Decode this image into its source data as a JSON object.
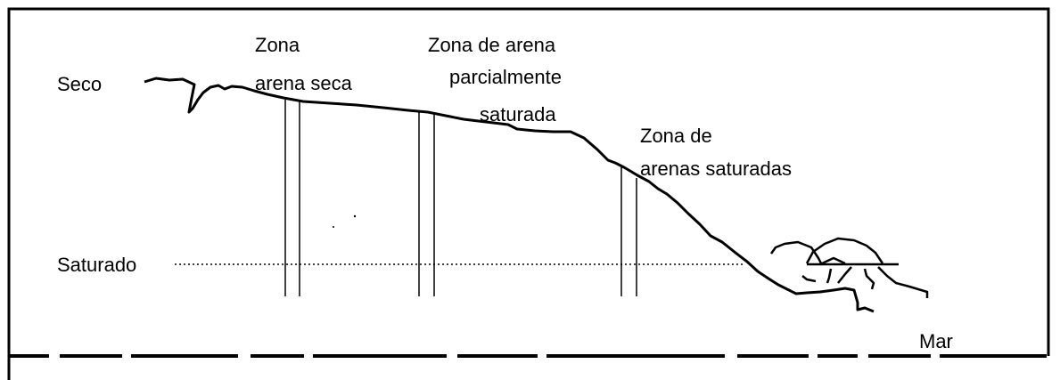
{
  "labels": {
    "seco": "Seco",
    "saturado": "Saturado",
    "mar": "Mar",
    "zona_arena_seca": [
      "Zona",
      "arena seca"
    ],
    "zona_parcial": [
      "Zona de arena",
      "parcialmente",
      "saturada"
    ],
    "zona_saturadas": [
      "Zona de",
      "arenas saturadas"
    ]
  },
  "colors": {
    "ink": "#000000",
    "background": "#ffffff"
  }
}
